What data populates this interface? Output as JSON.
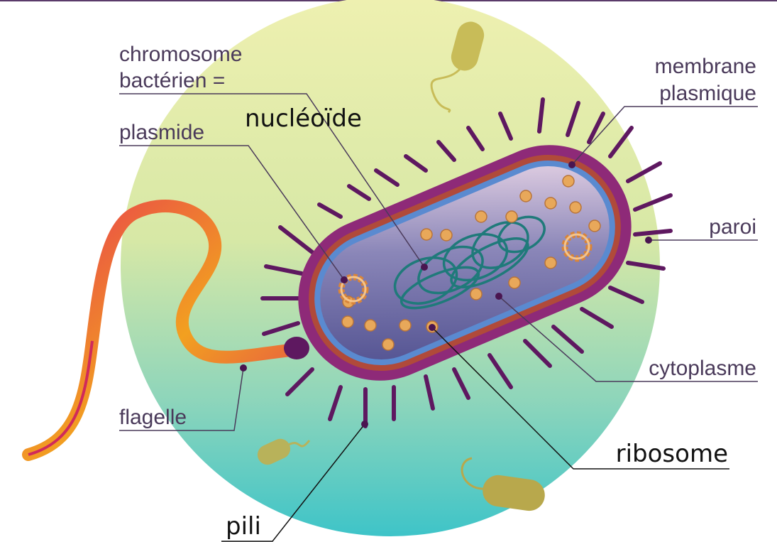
{
  "diagram": {
    "labels": {
      "chromosome_line1": "chromosome",
      "chromosome_line2": "bactérien =",
      "nucleoide": "nucléoïde",
      "plasmide": "plasmide",
      "membrane_line1": "membrane",
      "membrane_line2": "plasmique",
      "paroi": "paroi",
      "cytoplasme": "cytoplasme",
      "flagelle": "flagelle",
      "ribosome": "ribosome",
      "pili": "pili"
    },
    "colors": {
      "background_top": "#eef0b0",
      "background_bottom": "#3ec4c8",
      "cell_wall": "#8e2a78",
      "membrane": "#b04a3a",
      "inner_membrane": "#5a8ad0",
      "cytoplasm": "#6a6aa0",
      "nucleoid": "#1f7a7a",
      "ribosome": "#e8a85a",
      "flagellum": "#e84a4a",
      "small_bacteria": "#c8bc58"
    },
    "icons": [
      "bacterium-cell",
      "flagellum",
      "pili",
      "plasmid-ring",
      "nucleoid-coil",
      "ribosome-dot",
      "small-bacterium"
    ]
  }
}
